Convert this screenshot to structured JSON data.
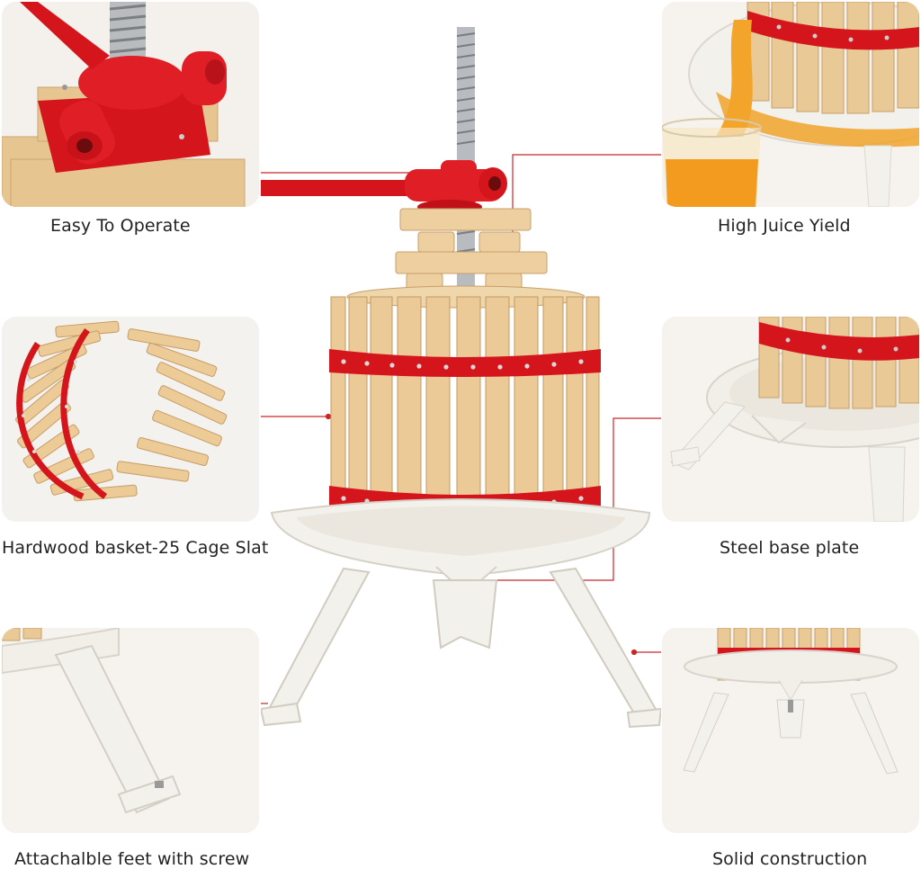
{
  "features": {
    "easy_operate": {
      "label": "Easy To Operate"
    },
    "high_yield": {
      "label": "High Juice Yield"
    },
    "hardwood_basket": {
      "label": "Hardwood basket-25 Cage Slat"
    },
    "steel_base": {
      "label": "Steel base plate"
    },
    "attachable_feet": {
      "label": "Attachalble feet with screw"
    },
    "solid_construction": {
      "label": "Solid construction"
    }
  },
  "colors": {
    "accent_red": "#d4151c",
    "wood": "#e8c79a",
    "base_white": "#f2efe9",
    "panel_bg": "#f1f1f1",
    "connector_line": "#c8262b"
  },
  "icons": [
    "screw-rod",
    "press-handle",
    "wood-blocks",
    "slat-basket",
    "steel-tray",
    "legs"
  ]
}
